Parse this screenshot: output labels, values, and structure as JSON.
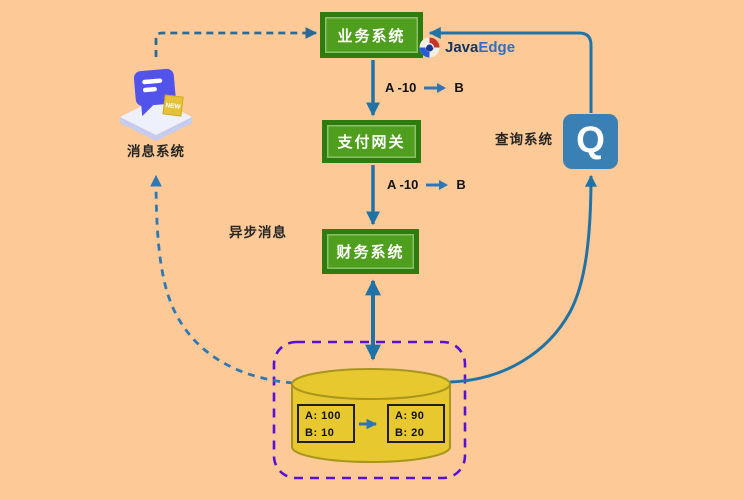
{
  "nodes": {
    "business": {
      "label": "业务系统"
    },
    "payment": {
      "label": "支付网关"
    },
    "finance": {
      "label": "财务系统"
    },
    "query": {
      "label": "查询系统",
      "glyph": "Q"
    },
    "message": {
      "label": "消息系统",
      "badge": "NEW"
    }
  },
  "brand": {
    "name_primary": "Java",
    "name_secondary": "Edge"
  },
  "flow_labels": [
    {
      "from": "A -10",
      "to": "B"
    },
    {
      "from": "A -10",
      "to": "B"
    }
  ],
  "async_label": "异步消息",
  "database": {
    "before": {
      "line1": "A: 100",
      "line2": "B: 10"
    },
    "after": {
      "line1": "A: 90",
      "line2": "B: 20"
    }
  },
  "colors": {
    "background": "#fdca97",
    "node_fill": "#4f9e1d",
    "node_border": "#2e7c0d",
    "connector_solid": "#2173a6",
    "connector_dashed": "#2c6a96",
    "connector_async": "#2e79b4",
    "boundary_purple": "#5412d8",
    "db_yellow": "#e7c92f",
    "db_stroke": "#a8961c",
    "query_blue": "#3b80b5",
    "bubble_indigo": "#5153ea",
    "badge_yellow": "#e5c238"
  }
}
